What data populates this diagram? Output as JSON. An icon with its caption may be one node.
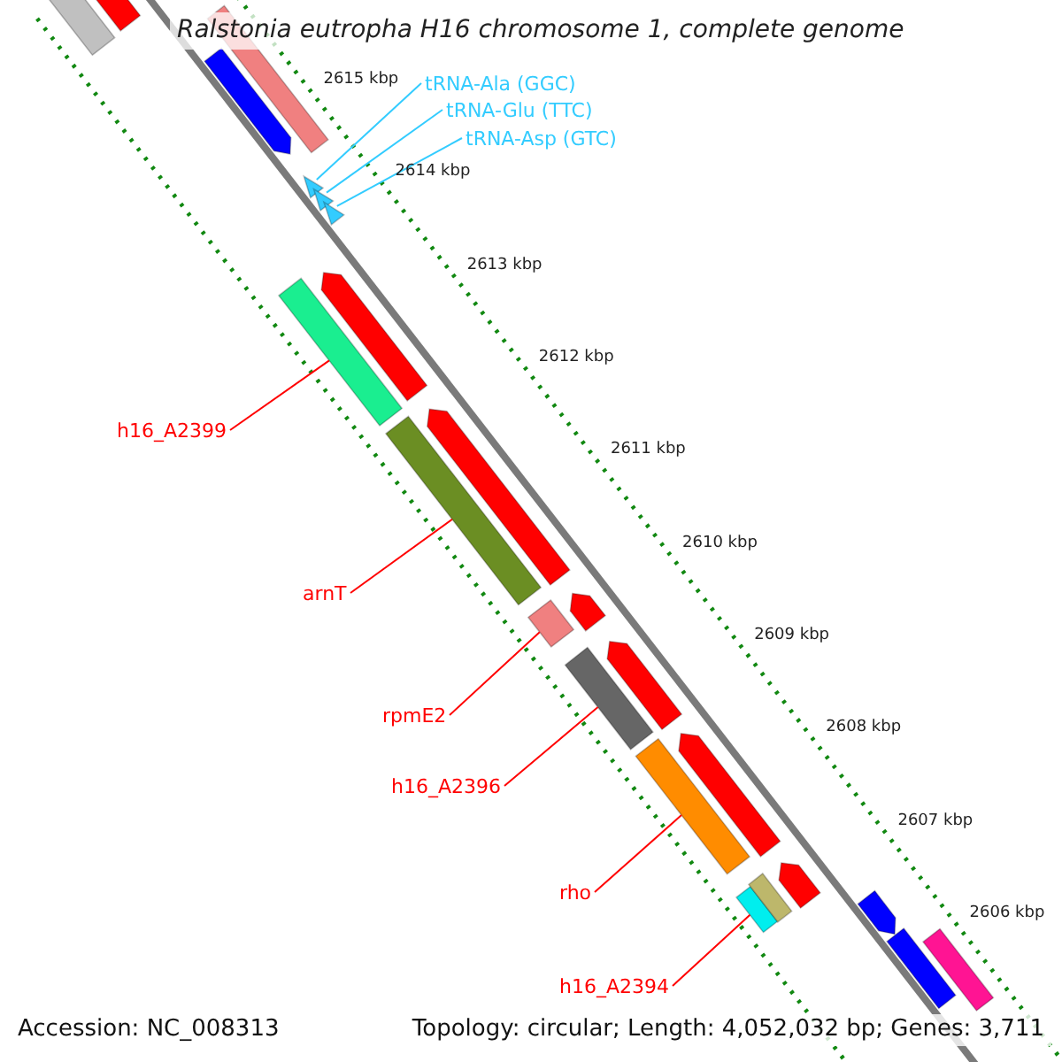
{
  "diagram": {
    "title": "Ralstonia eutropha H16 chromosome 1, complete genome",
    "nodes": [
      {
        "text": [
          "tRNA-Ala (GGC)"
        ]
      },
      {
        "text": [
          "tRNA-Glu (TTC)"
        ]
      },
      {
        "text": [
          "tRNA-Asp (GTC)"
        ]
      },
      {
        "text": [],
        "shape": "triangle"
      },
      {
        "text": [],
        "shape": "triangle"
      },
      {
        "text": [],
        "shape": "triangle"
      },
      {
        "text": [
          "h16_A2399"
        ]
      },
      {
        "text": [],
        "shape": "bar"
      },
      {
        "text": [
          "arnT"
        ]
      },
      {
        "text": [],
        "shape": "bar"
      },
      {
        "text": [
          "rpmE2"
        ]
      },
      {
        "text": [],
        "shape": "bar"
      },
      {
        "text": [
          "h16_A2396"
        ]
      },
      {
        "text": [],
        "shape": "bar"
      },
      {
        "text": [
          "rho"
        ]
      },
      {
        "text": [],
        "shape": "bar"
      },
      {
        "text": [
          "h16_A2394"
        ]
      },
      {
        "text": [],
        "shape": "bar"
      },
      {
        "text": [],
        "shape": "bar"
      },
      {
        "text": [],
        "shape": "bar"
      },
      {
        "text": [],
        "shape": "bar"
      },
      {
        "text": [],
        "shape": "bar"
      },
      {
        "text": [],
        "shape": "bar"
      },
      {
        "text": [],
        "shape": "bar"
      },
      {
        "text": [],
        "shape": "bar"
      },
      {
        "text": [],
        "shape": "bar"
      },
      {
        "text": [],
        "shape": "bar"
      },
      {
        "text": [],
        "shape": "bar"
      },
      {
        "text": [],
        "shape": "bar"
      },
      {
        "text": [],
        "shape": "bar"
      },
      {
        "text": [],
        "shape": "bar"
      },
      {
        "text": [],
        "shape": "bar"
      }
    ],
    "edges": [
      {
        "from": 0,
        "to": 3,
        "arrow": "none",
        "color": "#33ccff"
      },
      {
        "from": 1,
        "to": 4,
        "arrow": "none",
        "color": "#33ccff"
      },
      {
        "from": 2,
        "to": 5,
        "arrow": "none",
        "color": "#33ccff"
      },
      {
        "from": 6,
        "to": 7,
        "arrow": "none"
      },
      {
        "from": 8,
        "to": 9,
        "arrow": "none"
      },
      {
        "from": 10,
        "to": 11,
        "arrow": "none"
      },
      {
        "from": 12,
        "to": 13,
        "arrow": "none"
      },
      {
        "from": 14,
        "to": 15,
        "arrow": "none"
      },
      {
        "from": 16,
        "to": 17,
        "arrow": "none"
      }
    ],
    "labels": [
      "2615 kbp",
      "2614 kbp",
      "2613 kbp",
      "2612 kbp",
      "2611 kbp",
      "2610 kbp",
      "2609 kbp",
      "2608 kbp",
      "2607 kbp",
      "2606 kbp",
      "Accession: NC_008313",
      "Topology: circular; Length: 4,052,032 bp; Genes: 3,711"
    ]
  }
}
